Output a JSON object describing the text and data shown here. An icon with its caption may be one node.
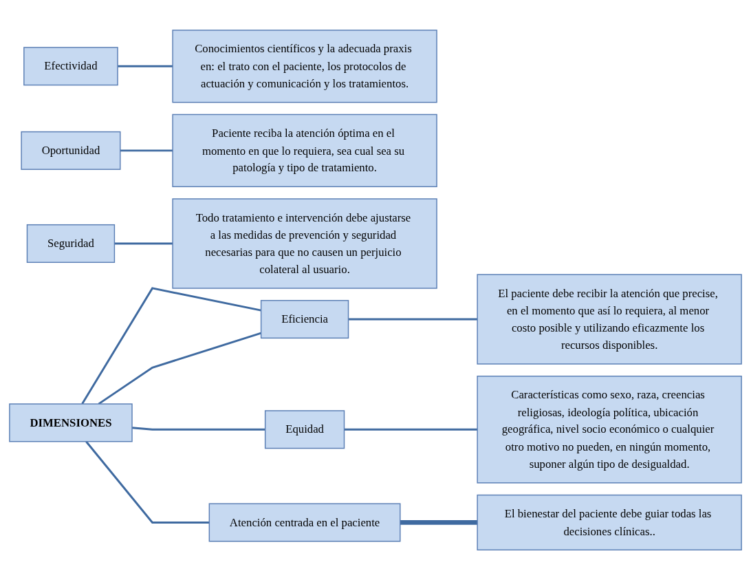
{
  "diagram": {
    "nodes": [
      {
        "text": [
          "DIMENSIONES"
        ]
      },
      {
        "text": [
          "Efectividad"
        ]
      },
      {
        "text": [
          "Conocimientos científicos y la adecuada praxis en: el trato con el paciente, los protocolos de actuación y comunicación y los tratamientos."
        ]
      },
      {
        "text": [
          "Oportunidad"
        ]
      },
      {
        "text": [
          "Paciente reciba la atención óptima en el momento en que lo requiera, sea cual sea su patología y tipo de tratamiento."
        ]
      },
      {
        "text": [
          "Seguridad"
        ]
      },
      {
        "text": [
          "Todo tratamiento e intervención debe ajustarse a las medidas de prevención y seguridad necesarias para que no causen un perjuicio colateral al usuario."
        ]
      },
      {
        "text": [
          "Eficiencia"
        ]
      },
      {
        "text": [
          "El paciente debe recibir la atención que precise, en el momento que así lo requiera, al menor costo posible y utilizando eficazmente los recursos disponibles."
        ]
      },
      {
        "text": [
          "Equidad"
        ]
      },
      {
        "text": [
          "Características como sexo, raza, creencias religiosas, ideología política, ubicación geográfica, nivel socio económico o cualquier otro motivo no pueden, en ningún momento, suponer algún tipo de desigualdad."
        ]
      },
      {
        "text": [
          "Atención centrada en el paciente"
        ]
      },
      {
        "text": [
          "El bienestar del paciente debe guiar todas las decisiones clínicas.."
        ]
      }
    ],
    "edges": [
      {
        "from": 0,
        "to": 7,
        "arrow": "none"
      },
      {
        "from": 0,
        "to": 7,
        "arrow": "none"
      },
      {
        "from": 0,
        "to": 9,
        "arrow": "none"
      },
      {
        "from": 0,
        "to": 11,
        "arrow": "none"
      },
      {
        "from": 1,
        "to": 2,
        "arrow": "none"
      },
      {
        "from": 3,
        "to": 4,
        "arrow": "none"
      },
      {
        "from": 5,
        "to": 6,
        "arrow": "none"
      },
      {
        "from": 7,
        "to": 8,
        "arrow": "none"
      },
      {
        "from": 9,
        "to": 10,
        "arrow": "none"
      },
      {
        "from": 11,
        "to": 12,
        "arrow": "none",
        "style": "thick"
      }
    ]
  }
}
